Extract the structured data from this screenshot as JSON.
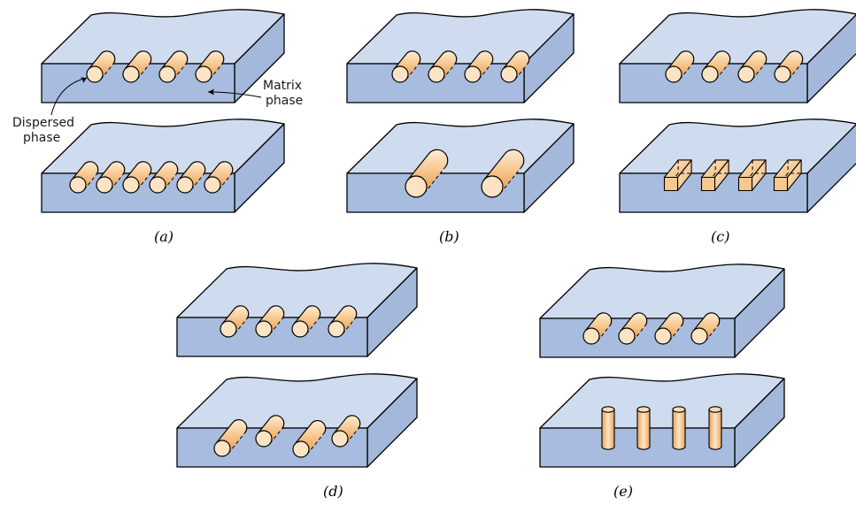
{
  "captions": {
    "a": "(a)",
    "b": "(b)",
    "c": "(c)",
    "d": "(d)",
    "e": "(e)"
  },
  "labels": {
    "matrix_line1": "Matrix",
    "matrix_line2": "phase",
    "dispersed_line1": "Dispersed",
    "dispersed_line2": "phase"
  },
  "colors": {
    "matrix_top": "#cfdbee",
    "matrix_front": "#a7bcdf",
    "particle_light": "#fde8cb",
    "particle_dark": "#eba35c"
  }
}
